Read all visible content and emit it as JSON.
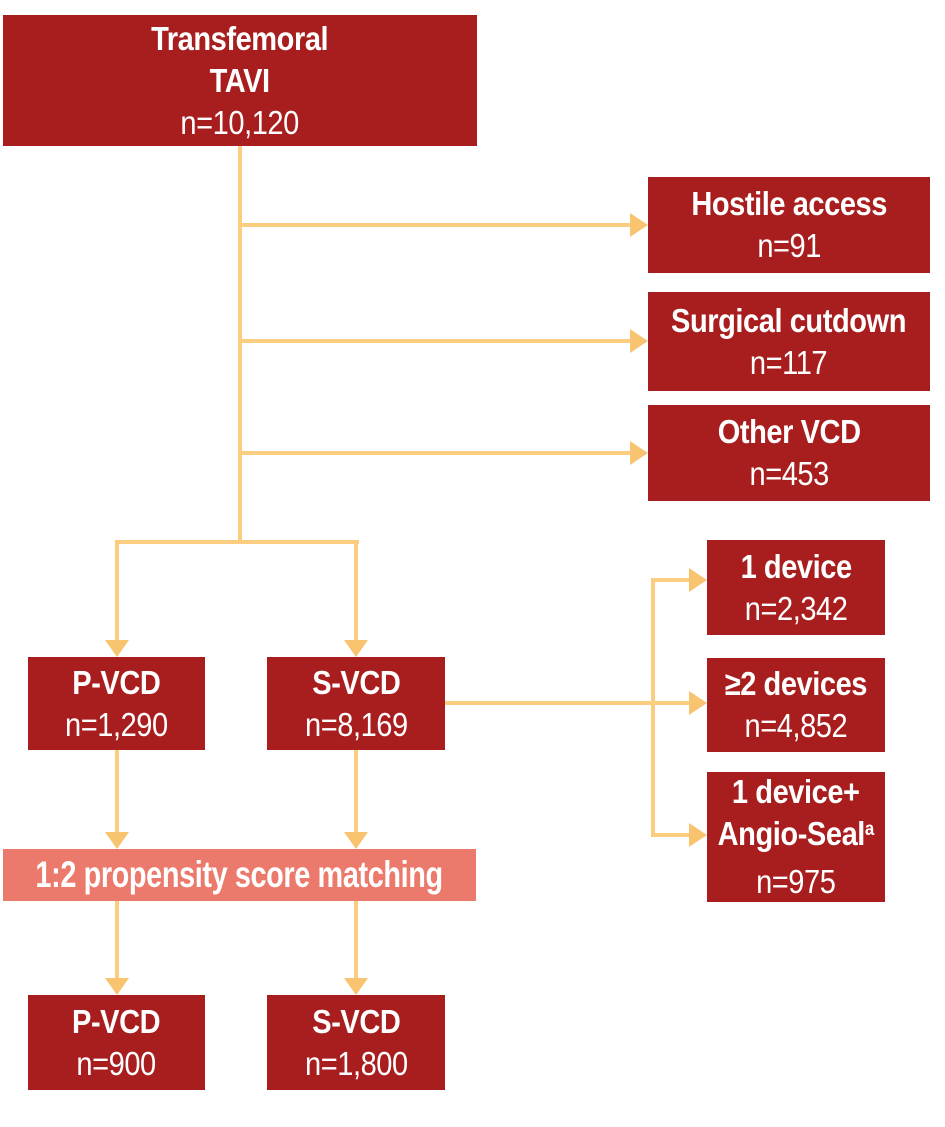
{
  "colors": {
    "box_red": "#A81E1E",
    "box_salmon": "#EC7A6C",
    "line_gold": "#FACD80",
    "arrow_gold": "#F8C470",
    "text_white": "#FFFFFF"
  },
  "flow": {
    "root": {
      "title_line1": "Transfemoral",
      "title_line2": "TAVI",
      "n": "n=10,120"
    },
    "exclusions": [
      {
        "label": "Hostile access",
        "n": "n=91"
      },
      {
        "label": "Surgical cutdown",
        "n": "n=117"
      },
      {
        "label": "Other VCD",
        "n": "n=453"
      }
    ],
    "arms": [
      {
        "label": "P-VCD",
        "n": "n=1,290"
      },
      {
        "label": "S-VCD",
        "n": "n=8,169"
      }
    ],
    "svcd_breakdown": [
      {
        "label": "1 device",
        "n": "n=2,342"
      },
      {
        "label": "≥2 devices",
        "n": "n=4,852"
      },
      {
        "label": "1 device+",
        "label2": "Angio-Seal",
        "superscript": "a",
        "n": "n=975"
      }
    ],
    "matching": {
      "label": "1:2 propensity score matching"
    },
    "matched_arms": [
      {
        "label": "P-VCD",
        "n": "n=900"
      },
      {
        "label": "S-VCD",
        "n": "n=1,800"
      }
    ]
  }
}
